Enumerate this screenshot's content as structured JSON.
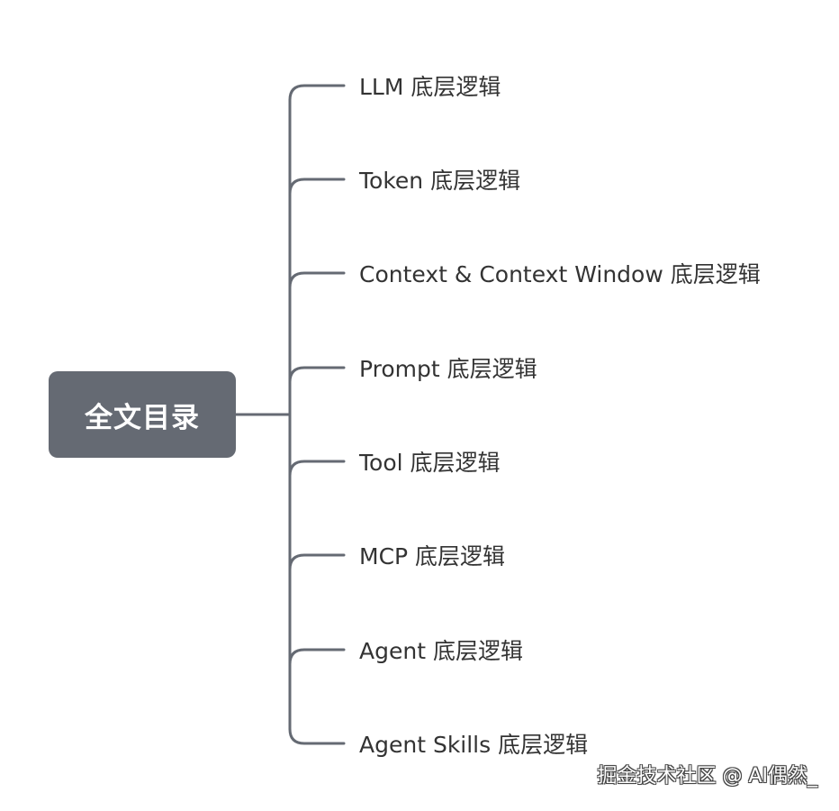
{
  "root": {
    "label": "全文目录"
  },
  "branches": [
    {
      "label": "LLM 底层逻辑"
    },
    {
      "label": "Token 底层逻辑"
    },
    {
      "label": "Context & Context Window 底层逻辑"
    },
    {
      "label": "Prompt 底层逻辑"
    },
    {
      "label": "Tool 底层逻辑"
    },
    {
      "label": "MCP 底层逻辑"
    },
    {
      "label": "Agent 底层逻辑"
    },
    {
      "label": "Agent Skills 底层逻辑"
    }
  ],
  "watermark": "掘金技术社区 @ AI偶然_",
  "colors": {
    "root_fill": "#656a73",
    "connector": "#656a73",
    "text": "#333333"
  }
}
